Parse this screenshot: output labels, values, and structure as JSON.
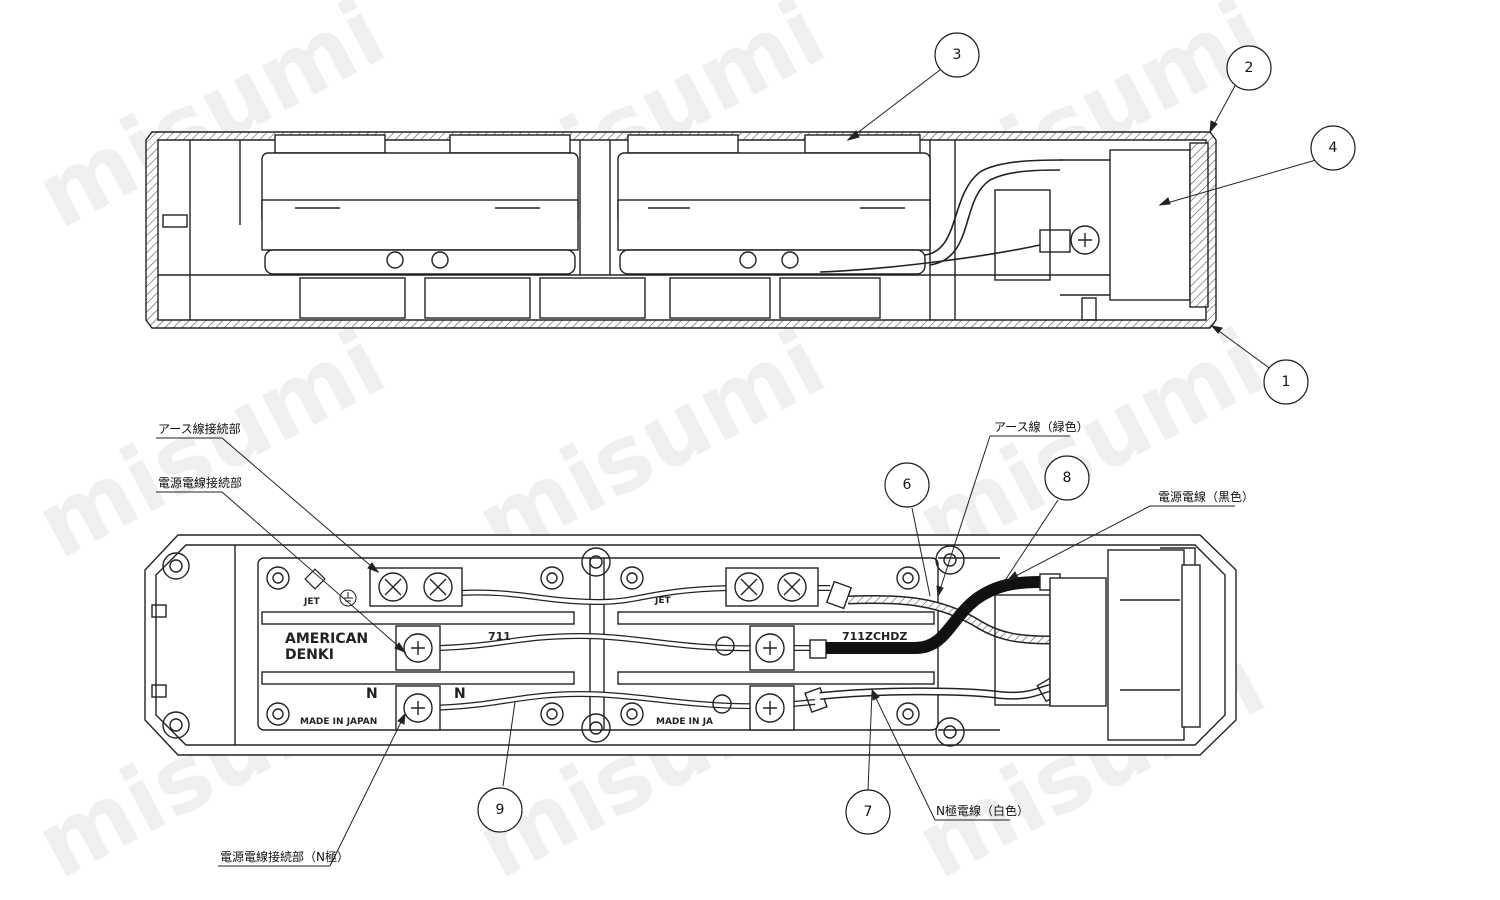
{
  "watermark": "misumi",
  "top_view": {
    "callouts": [
      {
        "number": "1"
      },
      {
        "number": "2"
      },
      {
        "number": "3"
      },
      {
        "number": "4"
      }
    ]
  },
  "bottom_view": {
    "callouts": [
      {
        "number": "6"
      },
      {
        "number": "7"
      },
      {
        "number": "8"
      },
      {
        "number": "9"
      }
    ],
    "labels": {
      "earth_connection": "アース線接続部",
      "power_connection": "電源電線接続部",
      "power_connection_n": "電源電線接続部（N極）",
      "earth_wire": "アース線（緑色）",
      "power_wire": "電源電線（黒色）",
      "n_wire": "N極電線（白色）"
    },
    "stamps": {
      "brand_line1": "AMERICAN",
      "brand_line2": "DENKI",
      "made_in": "MADE IN JAPAN",
      "made_in_partial": "MADE IN JA",
      "jet": "JET",
      "model": "711ZCHDZ",
      "model_partial": "711",
      "pole_n": "N"
    }
  }
}
